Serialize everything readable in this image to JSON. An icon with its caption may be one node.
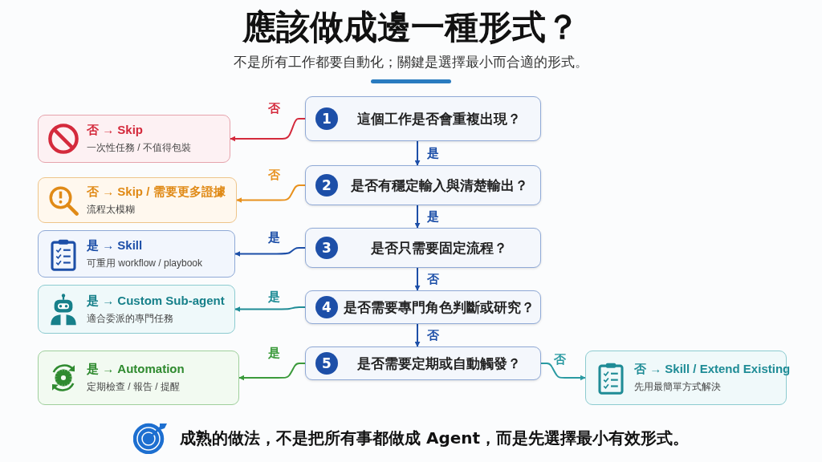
{
  "diagram": {
    "title": "應該做成邊一種形式？",
    "caption": "成熟的做法，不是把所有事都做成 Agent，而是先選擇最小有效形式。",
    "nodes": [
      {
        "text": [
          "1",
          "這個工作是否會重複出現？"
        ]
      },
      {
        "text": [
          "2",
          "是否有穩定輸入與清楚輸出？"
        ]
      },
      {
        "text": [
          "3",
          "是否只需要固定流程？"
        ]
      },
      {
        "text": [
          "4",
          "是否需要專門角色判斷或研究？"
        ]
      },
      {
        "text": [
          "5",
          "是否需要定期或自動觸發？"
        ]
      },
      {
        "text": [
          "否 → Skip",
          "一次性任務 / 不值得包裝"
        ]
      },
      {
        "text": [
          "否 → Skip / 需要更多證據",
          "流程太模糊"
        ]
      },
      {
        "text": [
          "是 → Skill",
          "可重用 workflow / playbook"
        ]
      },
      {
        "text": [
          "是 → Custom Sub-agent",
          "適合委派的專門任務"
        ]
      },
      {
        "text": [
          "是 → Automation",
          "定期檢查 / 報告 / 提醒"
        ]
      },
      {
        "text": [
          "否 → Skill / Extend Existing",
          "先用最簡單方式解決"
        ]
      }
    ],
    "edges": [
      {
        "from": 0,
        "to": 1,
        "arrow": "to",
        "label": "是"
      },
      {
        "from": 1,
        "to": 2,
        "arrow": "to",
        "label": "是"
      },
      {
        "from": 2,
        "to": 3,
        "arrow": "to",
        "label": "否"
      },
      {
        "from": 3,
        "to": 4,
        "arrow": "to",
        "label": "否"
      },
      {
        "from": 0,
        "to": 5,
        "arrow": "to",
        "label": "否",
        "color": "#d42a3c"
      },
      {
        "from": 1,
        "to": 6,
        "arrow": "to",
        "label": "否",
        "color": "#e8911e"
      },
      {
        "from": 2,
        "to": 7,
        "arrow": "to",
        "label": "是"
      },
      {
        "from": 3,
        "to": 8,
        "arrow": "to",
        "label": "是",
        "color": "#1f8c96"
      },
      {
        "from": 4,
        "to": 9,
        "arrow": "to",
        "label": "是",
        "color": "#3b9a3b"
      },
      {
        "from": 4,
        "to": 10,
        "arrow": "to",
        "label": "否",
        "color": "#2a9aa2"
      }
    ],
    "labels": [
      "不是所有工作都要自動化；關鍵是選擇最小而合適的形式。"
    ]
  }
}
